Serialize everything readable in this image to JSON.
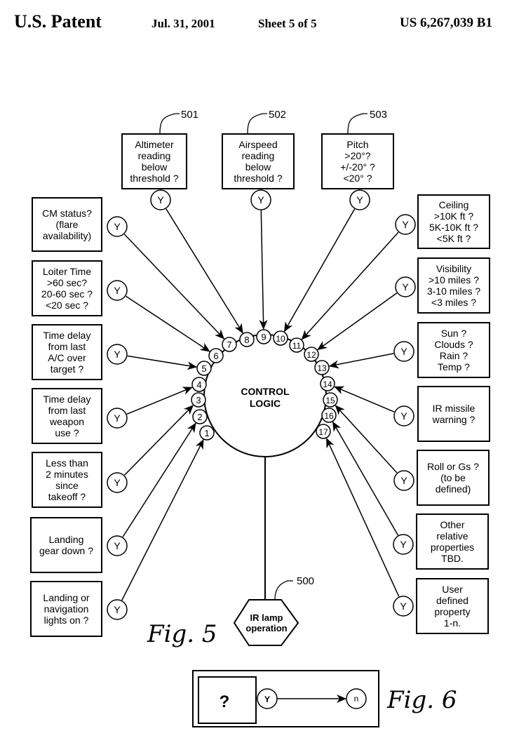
{
  "header": {
    "title": "U.S. Patent",
    "date": "Jul. 31, 2001",
    "sheet": "Sheet 5 of 5",
    "patent_number": "US 6,267,039 B1"
  },
  "fig5": {
    "caption": "Fig. 5",
    "center_label_line1": "CONTROL",
    "center_label_line2": "LOGIC",
    "output": {
      "ref": "500",
      "line1": "IR lamp",
      "line2": "operation"
    },
    "yes_label": "Y",
    "top_boxes": [
      {
        "ref": "501",
        "text": "Altimeter\nreading\nbelow\nthreshold ?",
        "input": "8"
      },
      {
        "ref": "502",
        "text": "Airspeed\nreading\nbelow\nthreshold ?",
        "input": "9"
      },
      {
        "ref": "503",
        "text": "Pitch\n>20°?\n+/-20° ?\n<20° ?",
        "input": "10"
      }
    ],
    "left_boxes": [
      {
        "text": "CM status?\n(flare\navailability)",
        "input": "7"
      },
      {
        "text": "Loiter Time\n>60 sec?\n20-60 sec ?\n<20 sec ?",
        "input": "6"
      },
      {
        "text": "Time delay\nfrom last\nA/C over\ntarget ?",
        "input": "5"
      },
      {
        "text": "Time delay\nfrom last\nweapon\nuse ?",
        "input": "4"
      },
      {
        "text": "Less than\n2 minutes\nsince\ntakeoff ?",
        "input": "3"
      },
      {
        "text": "Landing\ngear down ?",
        "input": "2"
      },
      {
        "text": "Landing or\nnavigation\nlights on ?",
        "input": "1"
      }
    ],
    "right_boxes": [
      {
        "text": "Ceiling\n>10K ft ?\n5K-10K ft ?\n<5K ft ?",
        "input": "11"
      },
      {
        "text": "Visibility\n>10 miles ?\n3-10 miles ?\n<3 miles ?",
        "input": "12"
      },
      {
        "text": "Sun ?\nClouds ?\nRain ?\nTemp ?",
        "input": "13"
      },
      {
        "text": "IR missile\nwarning  ?",
        "input": "14"
      },
      {
        "text": "Roll or Gs ?\n(to be\ndefined)",
        "input": "15"
      },
      {
        "text": "Other\nrelative\nproperties\nTBD.",
        "input": "16"
      },
      {
        "text": "User\ndefined\nproperty\n1-n.",
        "input": "17"
      }
    ],
    "input_numbers": [
      "1",
      "2",
      "3",
      "4",
      "5",
      "6",
      "7",
      "8",
      "9",
      "10",
      "11",
      "12",
      "13",
      "14",
      "15",
      "16",
      "17"
    ]
  },
  "fig6": {
    "caption": "Fig. 6",
    "question": "?",
    "yes_label": "Y",
    "target_label": "n"
  }
}
